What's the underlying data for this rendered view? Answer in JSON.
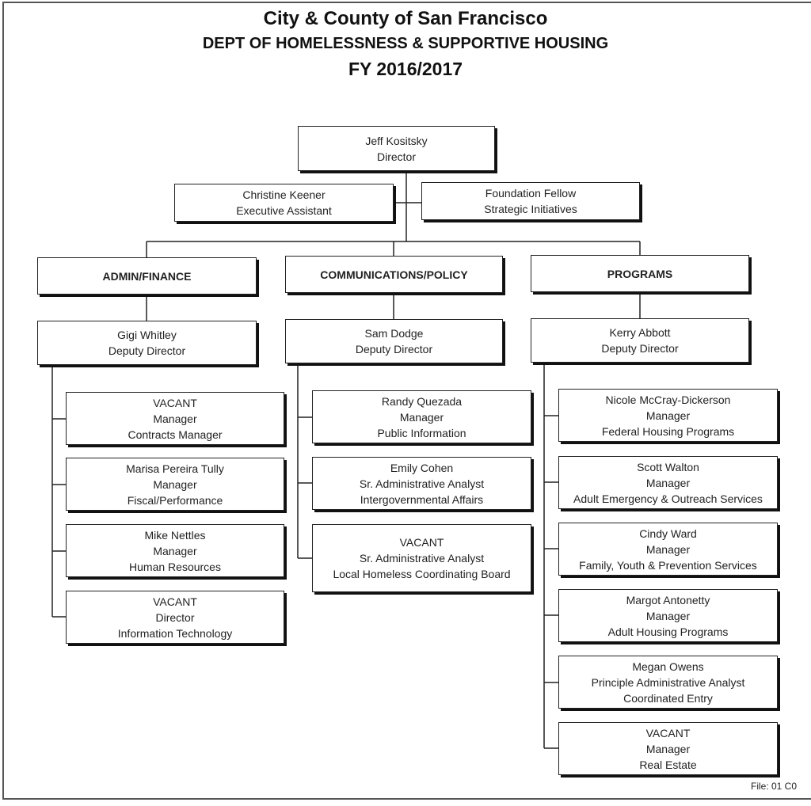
{
  "header": {
    "line1": "City & County of San Francisco",
    "line2": "DEPT OF HOMELESSNESS & SUPPORTIVE HOUSING",
    "line3": "FY 2016/2017"
  },
  "director": {
    "name": "Jeff Kositsky",
    "title": "Director"
  },
  "assistant": {
    "name": "Christine Keener",
    "title": "Executive Assistant"
  },
  "fellow": {
    "name": "Foundation Fellow",
    "title": "Strategic Initiatives"
  },
  "admin": {
    "heading": "ADMIN/FINANCE",
    "deputy": {
      "name": "Gigi Whitley",
      "title": "Deputy Director"
    },
    "staff": [
      {
        "l1": "VACANT",
        "l2": "Manager",
        "l3": "Contracts Manager"
      },
      {
        "l1": "Marisa Pereira Tully",
        "l2": "Manager",
        "l3": "Fiscal/Performance"
      },
      {
        "l1": "Mike Nettles",
        "l2": "Manager",
        "l3": "Human Resources"
      },
      {
        "l1": "VACANT",
        "l2": "Director",
        "l3": "Information Technology"
      }
    ]
  },
  "comms": {
    "heading": "COMMUNICATIONS/POLICY",
    "deputy": {
      "name": "Sam Dodge",
      "title": "Deputy Director"
    },
    "staff": [
      {
        "l1": "Randy Quezada",
        "l2": "Manager",
        "l3": "Public Information"
      },
      {
        "l1": "Emily Cohen",
        "l2": "Sr. Administrative Analyst",
        "l3": "Intergovernmental Affairs"
      },
      {
        "l1": "VACANT",
        "l2": "Sr. Administrative Analyst",
        "l3": "Local Homeless Coordinating Board"
      }
    ]
  },
  "programs": {
    "heading": "PROGRAMS",
    "deputy": {
      "name": "Kerry Abbott",
      "title": "Deputy Director"
    },
    "staff": [
      {
        "l1": "Nicole McCray-Dickerson",
        "l2": "Manager",
        "l3": "Federal Housing Programs"
      },
      {
        "l1": "Scott Walton",
        "l2": "Manager",
        "l3": "Adult Emergency & Outreach Services"
      },
      {
        "l1": "Cindy Ward",
        "l2": "Manager",
        "l3": "Family, Youth & Prevention Services"
      },
      {
        "l1": "Margot Antonetty",
        "l2": "Manager",
        "l3": "Adult Housing Programs"
      },
      {
        "l1": "Megan Owens",
        "l2": "Principle Administrative Analyst",
        "l3": "Coordinated Entry"
      },
      {
        "l1": "VACANT",
        "l2": "Manager",
        "l3": "Real Estate"
      }
    ]
  },
  "footer": {
    "file": "File: 01 C0"
  }
}
